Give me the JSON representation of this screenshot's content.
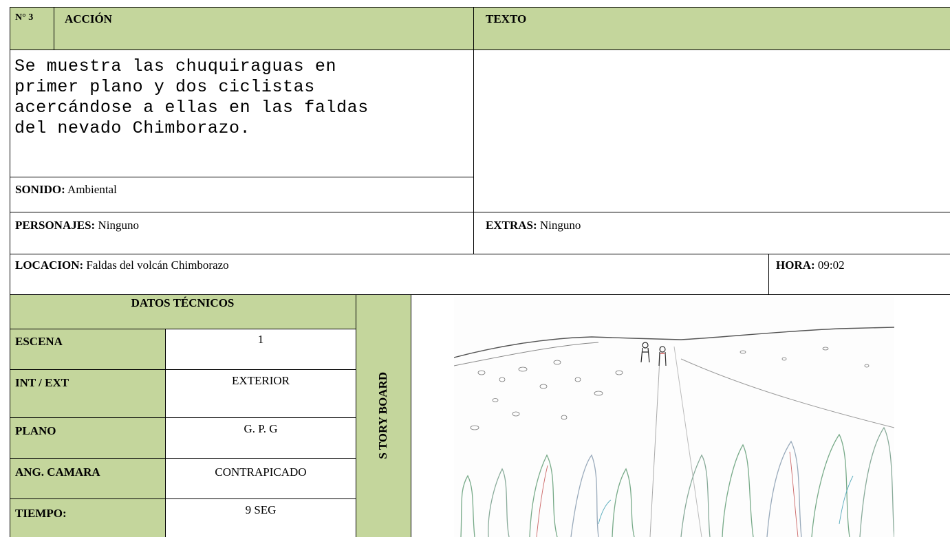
{
  "header": {
    "number": "N° 3",
    "action_label": "ACCIÓN",
    "text_label": "TEXTO"
  },
  "action_description": [
    "Se muestra las chuquiraguas en",
    "primer plano y dos ciclistas",
    "acercándose a ellas en las faldas",
    "del nevado Chimborazo."
  ],
  "sound": {
    "label": "SONIDO:",
    "value": "Ambiental"
  },
  "characters": {
    "label": "PERSONAJES:",
    "value": "Ninguno"
  },
  "extras": {
    "label": "EXTRAS:",
    "value": "Ninguno"
  },
  "location": {
    "label": "LOCACION:",
    "value": "Faldas del volcán Chimborazo"
  },
  "time": {
    "label": "HORA:",
    "value": "09:02"
  },
  "technical": {
    "title": "DATOS TÉCNICOS",
    "rows": [
      {
        "label": "ESCENA",
        "value": "1"
      },
      {
        "label": "INT / EXT",
        "value": "EXTERIOR"
      },
      {
        "label": "PLANO",
        "value": "G. P. G"
      },
      {
        "label": "ANG. CAMARA",
        "value": "CONTRAPICADO"
      },
      {
        "label": "TIEMPO:",
        "value": "9 SEG"
      }
    ]
  },
  "storyboard_label": "S TORY BOARD",
  "colors": {
    "header_green": "#c4d69c",
    "border": "#000000"
  }
}
